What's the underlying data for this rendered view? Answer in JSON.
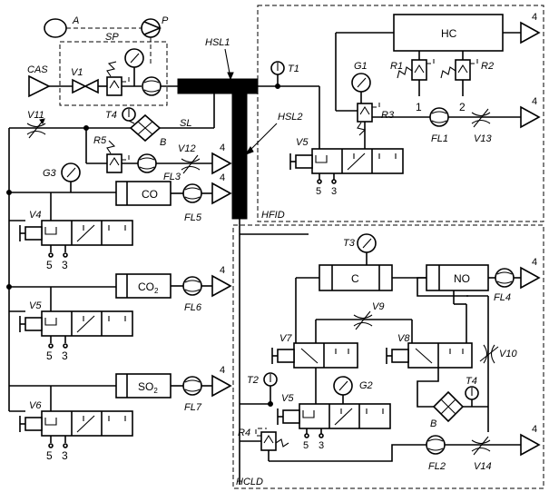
{
  "labels": {
    "A": "A",
    "P": "P",
    "SP": "SP",
    "CAS": "CAS",
    "V1": "V1",
    "HSL1": "HSL1",
    "HSL2": "HSL2",
    "T1": "T1",
    "T4a": "T4",
    "B1": "B",
    "SL": "SL",
    "V11": "V11",
    "R5": "R5",
    "V12": "V12",
    "FL3": "FL3",
    "G3": "G3",
    "FL5": "FL5",
    "V4": "V4",
    "V5a": "V5",
    "V6": "V6",
    "FL6": "FL6",
    "FL7": "FL7",
    "HC": "HC",
    "G1": "G1",
    "R1": "R1",
    "R2": "R2",
    "R3": "R3",
    "FL1": "FL1",
    "V13": "V13",
    "V5b": "V5",
    "HFID": "HFID",
    "T3": "T3",
    "C": "C",
    "NO": "NO",
    "FL4": "FL4",
    "V9": "V9",
    "V7": "V7",
    "V8": "V8",
    "V10": "V10",
    "T2": "T2",
    "G2": "G2",
    "V5c": "V5",
    "T4b": "T4",
    "R4": "R4",
    "B2": "B",
    "FL2": "FL2",
    "V14": "V14",
    "HCLD": "HCLD"
  },
  "boxes": {
    "CO": "CO",
    "CO2_main": "CO",
    "CO2_sub": "2",
    "SO2_main": "SO",
    "SO2_sub": "2"
  },
  "port_numbers": {
    "n1": "1",
    "n2": "2",
    "n3": "3",
    "n4": "4",
    "n5": "5"
  }
}
